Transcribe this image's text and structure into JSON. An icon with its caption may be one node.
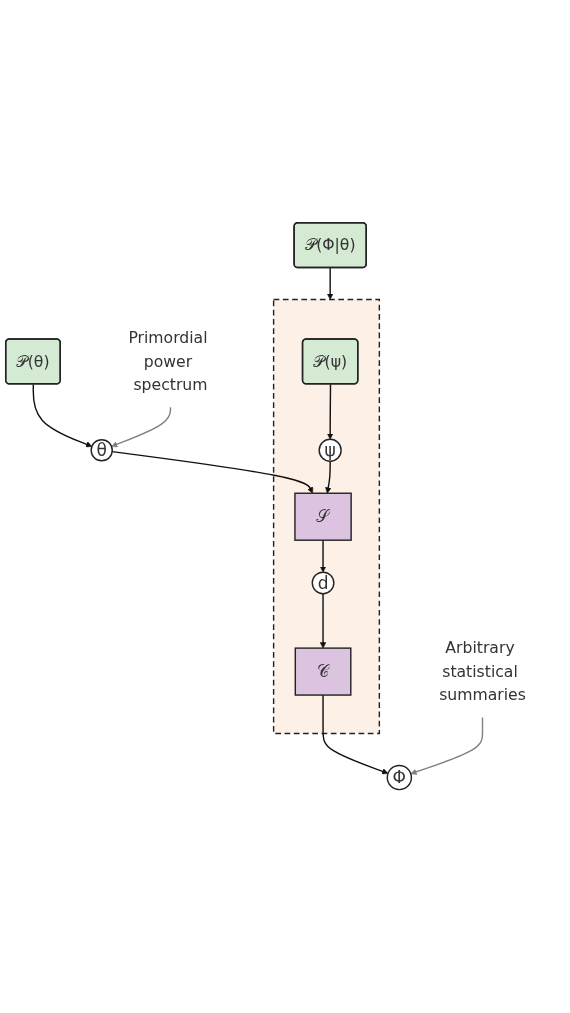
{
  "diagram": {
    "nodes": [
      {
        "text": [
          "𝒫(θ)"
        ]
      },
      {
        "text": [
          "Primordial power spectrum"
        ]
      },
      {
        "text": [
          "θ"
        ]
      },
      {
        "text": [],
        "shape": "box"
      },
      {
        "text": [
          "𝒫(ψ)"
        ],
        "in": 3
      },
      {
        "text": [
          "ψ"
        ],
        "in": 3
      },
      {
        "text": [
          "𝒫(Φ|θ)"
        ]
      },
      {
        "text": [
          "𝒮"
        ],
        "in": 3
      },
      {
        "text": [
          "d"
        ],
        "in": 3
      },
      {
        "text": [
          "𝒞"
        ],
        "in": 3
      },
      {
        "text": [
          "Arbitrary statistical summaries"
        ]
      },
      {
        "text": [
          "Φ"
        ]
      }
    ],
    "edges": [
      {
        "from": 0,
        "to": 2,
        "arrow": "to"
      },
      {
        "from": 1,
        "to": 2,
        "arrow": "to",
        "color": "#808080"
      },
      {
        "from": 2,
        "to": 7,
        "arrow": "to"
      },
      {
        "from": 4,
        "to": 5,
        "arrow": "to"
      },
      {
        "from": 5,
        "to": 7,
        "arrow": "to"
      },
      {
        "from": 6,
        "to": 3,
        "arrow": "to"
      },
      {
        "from": 7,
        "to": 8,
        "arrow": "to"
      },
      {
        "from": 8,
        "to": 9,
        "arrow": "to"
      },
      {
        "from": 9,
        "to": 11,
        "arrow": "to"
      },
      {
        "from": 10,
        "to": 11,
        "arrow": "to",
        "color": "#808080"
      }
    ]
  }
}
